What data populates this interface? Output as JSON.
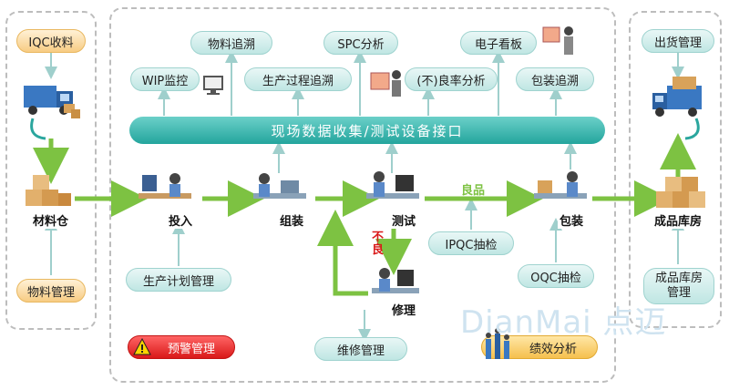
{
  "left": {
    "iqc": "IQC收料",
    "warehouse": "材料仓",
    "material_mgmt": "物料管理"
  },
  "right": {
    "shipping": "出货管理",
    "fg_store": "成品库房",
    "fg_mgmt_line1": "成品库房",
    "fg_mgmt_line2": "管理"
  },
  "top": {
    "wip": "WIP监控",
    "trace": "物料追溯",
    "process": "生产过程追溯",
    "spc": "SPC分析",
    "defect": "(不)良率分析",
    "kanban": "电子看板",
    "pack_trace": "包装追溯"
  },
  "bar": "现场数据收集/测试设备接口",
  "stations": {
    "input": "投入",
    "assembly": "组装",
    "test": "测试",
    "pack": "包装",
    "repair": "修理"
  },
  "flow": {
    "good": "良品",
    "bad": "不\n良"
  },
  "bottom": {
    "plan": "生产计划管理",
    "ipqc": "IPQC抽检",
    "oqc": "OQC抽检",
    "alert": "预警管理",
    "repair_mgmt": "维修管理",
    "perf": "绩效分析"
  },
  "watermark": "DianMai 点迈",
  "colors": {
    "green": "#7dc242",
    "teal": "#2aa69e",
    "arrow_teal": "#9fcfcc",
    "red": "#d91919"
  }
}
